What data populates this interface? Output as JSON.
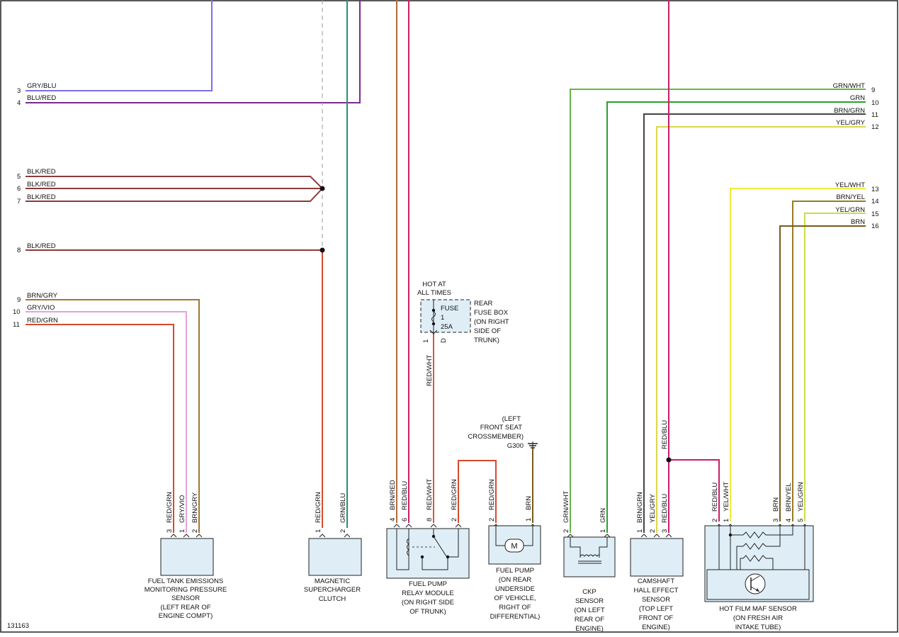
{
  "colors": {
    "GRY/BLU": "#7b6ef0",
    "BLU/RED": "#7a2a90",
    "BLK/RED": "#8b3a3a",
    "BRN/GRY": "#a07830",
    "GRY/VIO": "#e3a2e0",
    "RED/GRN": "#d64a2a",
    "GRN/BLU": "#2f8a6e",
    "BRN/RED": "#b46a3a",
    "RED/BLU": "#c81e6a",
    "RED/WHT": "#d0583a",
    "BRN": "#7a5a1a",
    "GRN/WHT": "#66b544",
    "GRN": "#2ca02c",
    "YEL/GRY": "#d8d84a",
    "YEL/WHT": "#ecec40",
    "BRN/YEL": "#9a7a24",
    "YEL/GRN": "#c8e040",
    "dashed": "#999999"
  },
  "left_wires": [
    {
      "pin": "3",
      "label": "GRY/BLU"
    },
    {
      "pin": "4",
      "label": "BLU/RED"
    },
    {
      "pin": "5",
      "label": "BLK/RED"
    },
    {
      "pin": "6",
      "label": "BLK/RED"
    },
    {
      "pin": "7",
      "label": "BLK/RED"
    },
    {
      "pin": "8",
      "label": "BLK/RED"
    },
    {
      "pin": "9",
      "label": "BRN/GRY"
    },
    {
      "pin": "10",
      "label": "GRY/VIO"
    },
    {
      "pin": "11",
      "label": "RED/GRN"
    }
  ],
  "right_wires": [
    {
      "pin": "9",
      "label": "GRN/WHT"
    },
    {
      "pin": "10",
      "label": "GRN"
    },
    {
      "pin": "11",
      "label": "BRN/GRN"
    },
    {
      "pin": "12",
      "label": "YEL/GRY"
    },
    {
      "pin": "13",
      "label": "YEL/WHT"
    },
    {
      "pin": "14",
      "label": "BRN/YEL"
    },
    {
      "pin": "15",
      "label": "YEL/GRN"
    },
    {
      "pin": "16",
      "label": "BRN"
    }
  ],
  "fuse": {
    "hot_l1": "HOT AT",
    "hot_l2": "ALL TIMES",
    "fuse_label": "FUSE",
    "fuse_number": "1",
    "fuse_rating": "25A",
    "loc_l1": "REAR",
    "loc_l2": "FUSE BOX",
    "loc_l3": "(ON RIGHT",
    "loc_l4": "SIDE OF",
    "loc_l5": "TRUNK)",
    "pin_a": "1",
    "pin_b": "D",
    "wire": "RED/WHT"
  },
  "ground": {
    "l1": "(LEFT",
    "l2": "FRONT SEAT",
    "l3": "CROSSMEMBER)",
    "id": "G300"
  },
  "components": {
    "fuel_tank": {
      "caption": [
        "FUEL TANK EMISSIONS",
        "MONITORING PRESSURE",
        "SENSOR",
        "(LEFT REAR OF",
        "ENGINE COMPT)"
      ],
      "pins": [
        {
          "n": "3",
          "w": "RED/GRN"
        },
        {
          "n": "1",
          "w": "GRY/VIO"
        },
        {
          "n": "2",
          "w": "BRN/GRY"
        }
      ]
    },
    "supercharger": {
      "caption": [
        "MAGNETIC",
        "SUPERCHARGER",
        "CLUTCH"
      ],
      "pins": [
        {
          "n": "1",
          "w": "RED/GRN"
        },
        {
          "n": "2",
          "w": "GRN/BLU"
        }
      ]
    },
    "relay": {
      "caption": [
        "FUEL PUMP",
        "RELAY MODULE",
        "(ON RIGHT SIDE",
        "OF TRUNK)"
      ],
      "pins": [
        {
          "n": "4",
          "w": "BRN/RED"
        },
        {
          "n": "6",
          "w": "RED/BLU"
        },
        {
          "n": "8",
          "w": "RED/WHT"
        },
        {
          "n": "2",
          "w": "RED/GRN"
        }
      ]
    },
    "fuel_pump": {
      "caption": [
        "FUEL PUMP",
        "(ON REAR",
        "UNDERSIDE",
        "OF VEHICLE,",
        "RIGHT OF",
        "DIFFERENTIAL)"
      ],
      "motor": "M",
      "pins": [
        {
          "n": "2",
          "w": "RED/GRN"
        },
        {
          "n": "1",
          "w": "BRN"
        }
      ]
    },
    "ckp": {
      "caption": [
        "CKP",
        "SENSOR",
        "(ON LEFT",
        "REAR OF",
        "ENGINE)"
      ],
      "pins": [
        {
          "n": "2",
          "w": "GRN/WHT"
        },
        {
          "n": "1",
          "w": "GRN"
        }
      ]
    },
    "camshaft": {
      "caption": [
        "CAMSHAFT",
        "HALL EFFECT",
        "SENSOR",
        "(TOP LEFT",
        "FRONT OF",
        "ENGINE)"
      ],
      "pins": [
        {
          "n": "1",
          "w": "BRN/GRN"
        },
        {
          "n": "2",
          "w": "YEL/GRY"
        },
        {
          "n": "3",
          "w": "RED/BLU"
        }
      ]
    },
    "maf": {
      "caption": [
        "HOT FILM MAF SENSOR",
        "(ON FRESH AIR",
        "INTAKE TUBE)"
      ],
      "pins": [
        {
          "n": "2",
          "w": "RED/BLU"
        },
        {
          "n": "1",
          "w": "YEL/WHT"
        },
        {
          "n": "3",
          "w": "BRN"
        },
        {
          "n": "4",
          "w": "BRN/YEL"
        },
        {
          "n": "5",
          "w": "YEL/GRN"
        }
      ]
    }
  },
  "mid_label": "RED/BLU",
  "figure_id": "131163"
}
